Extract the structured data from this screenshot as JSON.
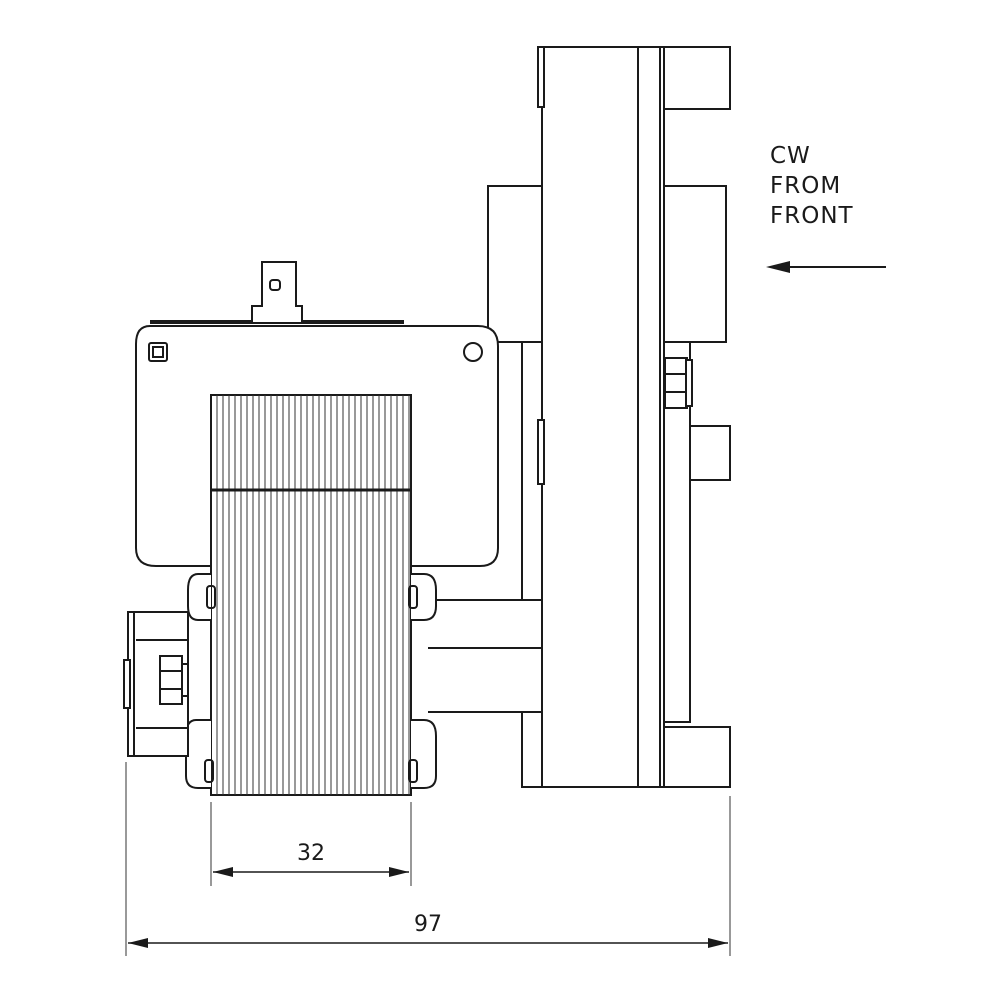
{
  "rotation_note": {
    "line1": "CW",
    "line2": "FROM",
    "line3": "FRONT"
  },
  "dimensions": {
    "fin_width": "32",
    "overall_length": "97"
  },
  "colors": {
    "line": "#1a1a1a",
    "background": "#ffffff"
  }
}
